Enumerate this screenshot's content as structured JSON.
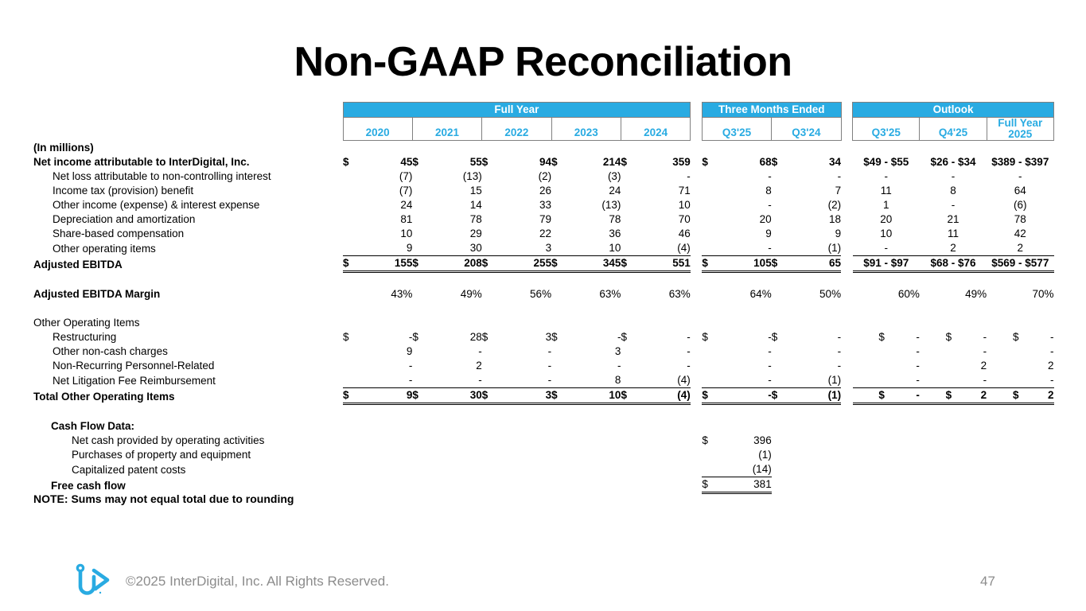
{
  "slide": {
    "title": "Non-GAAP Reconciliation",
    "note": "NOTE:  Sums may not equal total due to rounding",
    "page_number": "47",
    "copyright": "©2025 InterDigital, Inc. All Rights Reserved.",
    "logo_name": "interdigital-logo",
    "accent_color": "#29ABE2",
    "footer_text_color": "#8c8c8c"
  },
  "table": {
    "groups": {
      "full_year": "Full Year",
      "three_months": "Three Months Ended",
      "outlook": "Outlook"
    },
    "columns": {
      "full_year": [
        "2020",
        "2021",
        "2022",
        "2023",
        "2024"
      ],
      "three_months": [
        "Q3'25",
        "Q3'24"
      ],
      "outlook": [
        "Q3'25",
        "Q4'25",
        "Full Year 2025"
      ],
      "outlook_fy_line1": "Full Year",
      "outlook_fy_line2": "2025"
    },
    "units_label": "(In millions)",
    "rows": {
      "net_income": {
        "label": "Net income attributable to InterDigital, Inc.",
        "fy": [
          "45",
          "55",
          "94",
          "214",
          "359"
        ],
        "fy_sym": [
          "$",
          "$",
          "$",
          "$",
          "$"
        ],
        "tm": [
          "68",
          "34"
        ],
        "tm_sym": [
          "$",
          "$"
        ],
        "ol": [
          "$49 - $55",
          "$26 - $34",
          "$389 - $397"
        ]
      },
      "net_loss_nci": {
        "label": "Net loss attributable to non-controlling interest",
        "fy": [
          "(7)",
          "(13)",
          "(2)",
          "(3)",
          "-"
        ],
        "tm": [
          "-",
          "-"
        ],
        "ol": [
          "-",
          "-",
          "-"
        ]
      },
      "income_tax": {
        "label": "Income tax (provision) benefit",
        "fy": [
          "(7)",
          "15",
          "26",
          "24",
          "71"
        ],
        "tm": [
          "8",
          "7"
        ],
        "ol": [
          "11",
          "8",
          "64"
        ]
      },
      "other_income": {
        "label": "Other income (expense) & interest expense",
        "fy": [
          "24",
          "14",
          "33",
          "(13)",
          "10"
        ],
        "tm": [
          "-",
          "(2)"
        ],
        "ol": [
          "1",
          "-",
          "(6)"
        ]
      },
      "depreciation": {
        "label": "Depreciation and amortization",
        "fy": [
          "81",
          "78",
          "79",
          "78",
          "70"
        ],
        "tm": [
          "20",
          "18"
        ],
        "ol": [
          "20",
          "21",
          "78"
        ]
      },
      "share_based": {
        "label": "Share-based compensation",
        "fy": [
          "10",
          "29",
          "22",
          "36",
          "46"
        ],
        "tm": [
          "9",
          "9"
        ],
        "ol": [
          "10",
          "11",
          "42"
        ]
      },
      "other_operating": {
        "label": "Other operating items",
        "fy": [
          "9",
          "30",
          "3",
          "10",
          "(4)"
        ],
        "tm": [
          "-",
          "(1)"
        ],
        "ol": [
          "-",
          "2",
          "2"
        ]
      },
      "adjusted_ebitda": {
        "label": "Adjusted EBITDA",
        "fy": [
          "155",
          "208",
          "255",
          "345",
          "551"
        ],
        "fy_sym": [
          "$",
          "$",
          "$",
          "$",
          "$"
        ],
        "tm": [
          "105",
          "65"
        ],
        "tm_sym": [
          "$",
          "$"
        ],
        "ol": [
          "$91 - $97",
          "$68 - $76",
          "$569 - $577"
        ]
      },
      "ebitda_margin": {
        "label": "Adjusted EBITDA Margin",
        "fy": [
          "43%",
          "49%",
          "56%",
          "63%",
          "63%"
        ],
        "tm": [
          "64%",
          "50%"
        ],
        "ol": [
          "60%",
          "49%",
          "70%"
        ]
      },
      "other_items_header": {
        "label": "Other Operating Items"
      },
      "restructuring": {
        "label": "Restructuring",
        "fy": [
          "-",
          "28",
          "3",
          "-",
          "-"
        ],
        "fy_sym": [
          "$",
          "$",
          "$",
          "$",
          "$"
        ],
        "tm": [
          "-",
          "-"
        ],
        "tm_sym": [
          "$",
          "$"
        ],
        "ol": [
          "-",
          "-",
          "-"
        ],
        "ol_sym": [
          "$",
          "$",
          "$"
        ]
      },
      "non_cash": {
        "label": "Other non-cash charges",
        "fy": [
          "9",
          "-",
          "-",
          "3",
          "-"
        ],
        "tm": [
          "-",
          "-"
        ],
        "ol": [
          "-",
          "-",
          "-"
        ]
      },
      "non_recurring": {
        "label": "Non-Recurring Personnel-Related",
        "fy": [
          "-",
          "2",
          "-",
          "-",
          "-"
        ],
        "tm": [
          "-",
          "-"
        ],
        "ol": [
          "-",
          "2",
          "2"
        ]
      },
      "net_litigation": {
        "label": "Net Litigation Fee Reimbursement",
        "fy": [
          "-",
          "-",
          "-",
          "8",
          "(4)"
        ],
        "tm": [
          "-",
          "(1)"
        ],
        "ol": [
          "-",
          "-",
          "-"
        ]
      },
      "total_other_items": {
        "label": "Total Other Operating Items",
        "fy": [
          "9",
          "30",
          "3",
          "10",
          "(4)"
        ],
        "fy_sym": [
          "$",
          "$",
          "$",
          "$",
          "$"
        ],
        "tm": [
          "-",
          "(1)"
        ],
        "tm_sym": [
          "$",
          "$"
        ],
        "ol": [
          "-",
          "2",
          "2"
        ],
        "ol_sym": [
          "$",
          "$",
          "$"
        ]
      },
      "cash_flow_header": {
        "label": "Cash Flow Data:"
      },
      "net_cash_ops": {
        "label": "Net cash provided by operating activities",
        "tm": [
          "396",
          ""
        ],
        "tm_sym": [
          "$",
          ""
        ]
      },
      "purchases_ppe": {
        "label": "Purchases of property and equipment",
        "tm": [
          "(1)",
          ""
        ]
      },
      "capitalized_patent": {
        "label": "Capitalized patent costs",
        "tm": [
          "(14)",
          ""
        ]
      },
      "free_cash_flow": {
        "label": "Free cash flow",
        "tm": [
          "381",
          ""
        ],
        "tm_sym": [
          "$",
          ""
        ]
      }
    }
  }
}
